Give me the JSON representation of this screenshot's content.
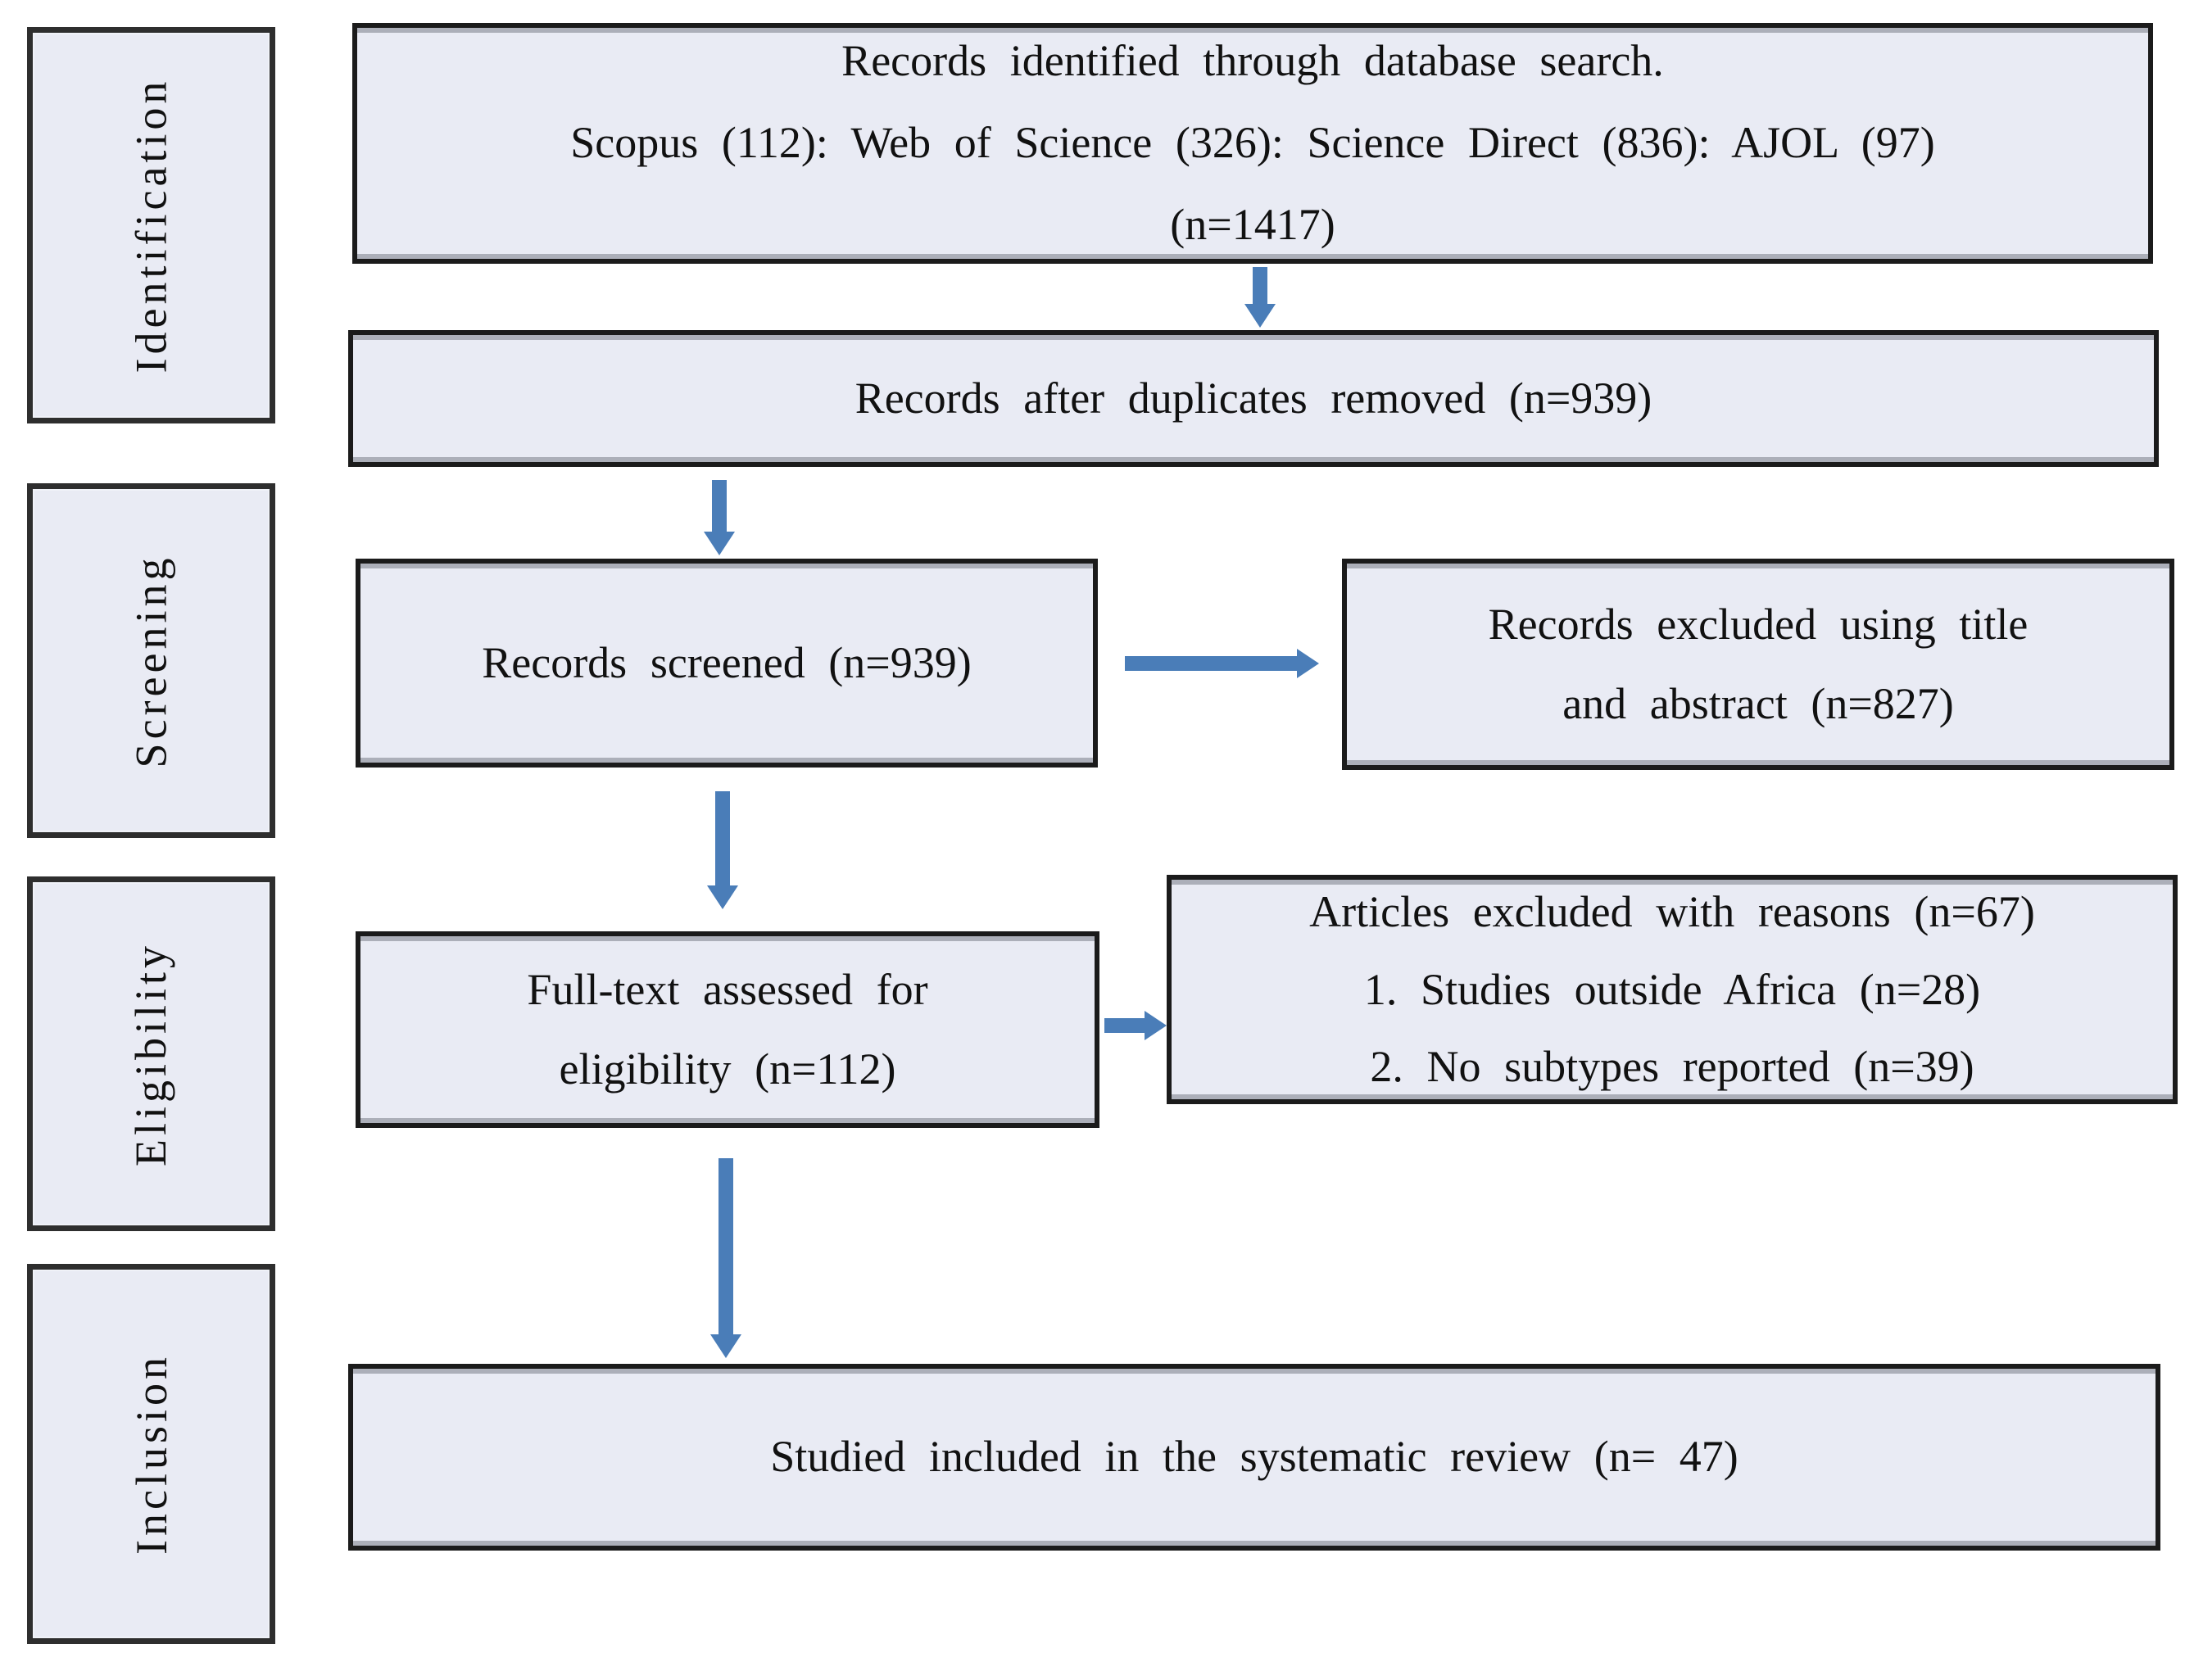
{
  "stages": [
    {
      "id": "identification",
      "label": "Identification"
    },
    {
      "id": "screening",
      "label": "Screening"
    },
    {
      "id": "eligibility",
      "label": "Eligibility"
    },
    {
      "id": "inclusion",
      "label": "Inclusion"
    }
  ],
  "boxes": {
    "identified": {
      "lines": [
        "Records identified through database search.",
        "Scopus (112): Web of Science (326): Science Direct (836): AJOL (97)",
        "(n=1417)"
      ]
    },
    "duplicates_removed": {
      "text": "Records after duplicates removed (n=939)"
    },
    "screened": {
      "text": "Records screened (n=939)"
    },
    "excluded_title_abstract": {
      "lines": [
        "Records excluded using title",
        "and abstract (n=827)"
      ]
    },
    "fulltext_assessed": {
      "lines": [
        "Full-text assessed for",
        "eligibility (n=112)"
      ]
    },
    "excluded_with_reasons": {
      "lines": [
        "Articles excluded with reasons (n=67)",
        "1. Studies outside Africa (n=28)",
        "2. No subtypes reported (n=39)"
      ]
    },
    "included": {
      "text": "Studied included in the systematic review (n= 47)"
    }
  },
  "colors": {
    "arrow": "#4a7db8",
    "box_fill": "#e9ebf4",
    "box_border": "#1b1b1b"
  }
}
